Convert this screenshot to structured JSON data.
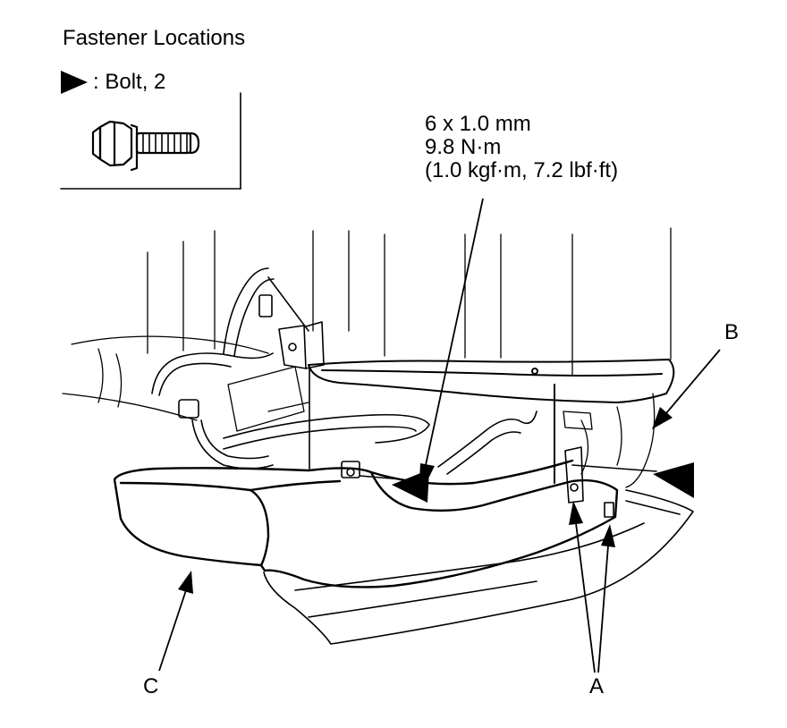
{
  "legend": {
    "title": "Fastener Locations",
    "bolt_label": ": Bolt, 2",
    "bolt_icon": "bolt-icon",
    "marker_icon": "black-triangle-icon"
  },
  "torque_spec": {
    "size": "6 x 1.0 mm",
    "torque_nm": "9.8 N·m",
    "torque_alt": "(1.0 kgf·m, 7.2 lbf·ft)"
  },
  "callouts": {
    "a": "A",
    "b": "B",
    "c": "C"
  }
}
